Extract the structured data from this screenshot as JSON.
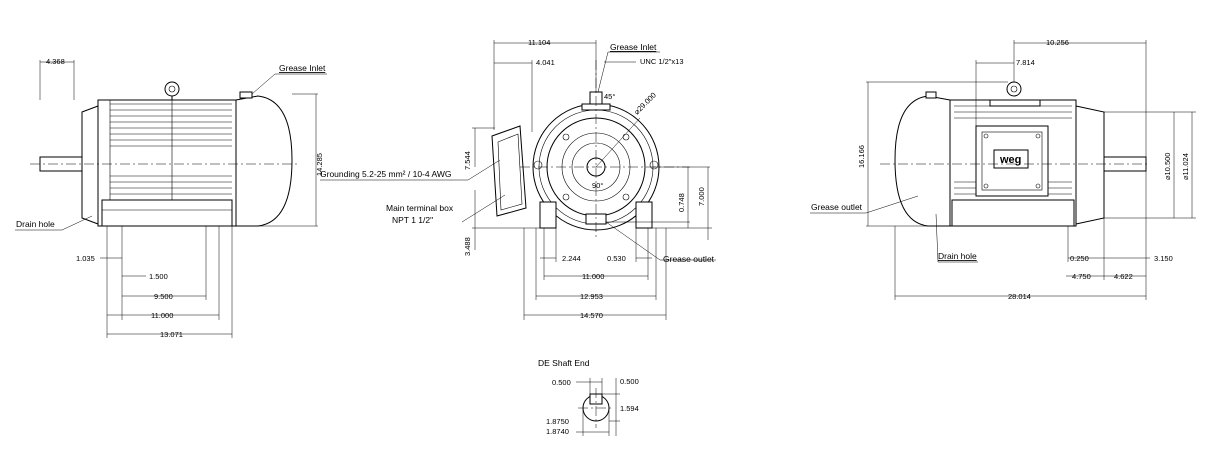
{
  "colors": {
    "line": "#000000",
    "background": "#ffffff"
  },
  "side_view": {
    "dims": {
      "top_offset": "4.368",
      "height": "14.285",
      "d1": "1.035",
      "d2": "1.500",
      "d3": "9.500",
      "d4": "11.000",
      "d5": "13.071"
    },
    "labels": {
      "grease_inlet": "Grease Inlet",
      "drain_hole": "Drain hole"
    }
  },
  "front_view": {
    "dims": {
      "top_width": "11.104",
      "top_offset": "4.041",
      "angle": "45°",
      "diameter": "⌀29.000",
      "angle90": "90°",
      "left_height": "7.544",
      "right_a": "0.748",
      "right_b": "7.000",
      "bottom_left": "3.488",
      "b1": "2.244",
      "b2": "0.530",
      "b3": "11.000",
      "b4": "12.953",
      "b5": "14.570"
    },
    "labels": {
      "grease_inlet": "Grease Inlet",
      "thread": "UNC 1/2\"x13",
      "grounding": "Grounding 5.2-25 mm² / 10-4 AWG",
      "terminal_box_1": "Main terminal box",
      "terminal_box_2": "NPT 1 1/2\"",
      "grease_outlet": "Grease outlet"
    }
  },
  "rear_view": {
    "dims": {
      "top_a": "10.256",
      "top_b": "7.814",
      "height": "16.166",
      "dia_a": "⌀10.500",
      "dia_b": "⌀11.024",
      "b1": "0.250",
      "b2": "3.150",
      "b3": "4.750",
      "b4": "4.622",
      "total": "28.014"
    },
    "labels": {
      "grease_outlet": "Grease outlet",
      "drain_hole": "Drain hole",
      "logo": "weg"
    }
  },
  "shaft_end": {
    "title": "DE Shaft End",
    "dims": {
      "key_w": "0.500",
      "key_h": "0.500",
      "depth": "1.594",
      "dia_max": "1.8750",
      "dia_min": "1.8740"
    }
  }
}
